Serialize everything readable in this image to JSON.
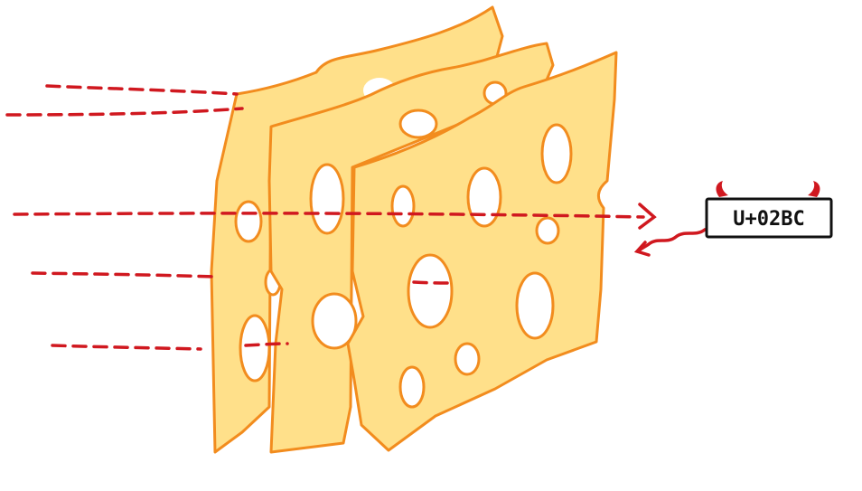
{
  "diagram": {
    "badge_label": "U+02BC",
    "slice_count": 3,
    "ray_count": 5
  },
  "colors": {
    "cheese_fill": "#FFE08A",
    "cheese_outline": "#F28C1E",
    "cheese_shade": "#F7C95C",
    "ray": "#D0181F",
    "badge_border": "#111111",
    "badge_horns": "#D0181F"
  },
  "icons": {
    "slice": "swiss-cheese-slice-icon",
    "horns": "devil-horns-icon",
    "ray_arrow": "arrowhead-icon"
  }
}
